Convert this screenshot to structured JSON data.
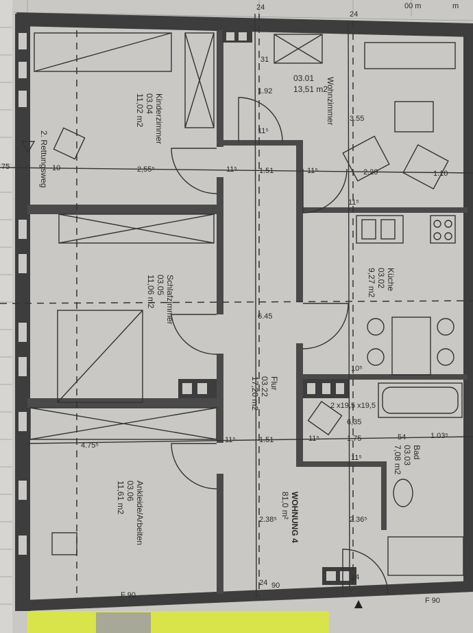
{
  "plan": {
    "rooms": [
      {
        "name": "Wohnzimmer",
        "number": "03.01",
        "area": "13,51 m2"
      },
      {
        "name": "Küche",
        "number": "03.02",
        "area": "9,27 m2"
      },
      {
        "name": "Bad",
        "number": "03.03",
        "area": "7,08 m2"
      },
      {
        "name": "Kinderzimmer",
        "number": "03.04",
        "area": "11,02 m2"
      },
      {
        "name": "Schlafzimmer",
        "number": "03.05",
        "area": "11,06 m2"
      },
      {
        "name": "Ankleide/Arbeiten",
        "number": "03.06",
        "area": "11,61 m2"
      },
      {
        "name": "Flur",
        "number": "03.22",
        "area": "17,20 m2"
      }
    ],
    "apartment": {
      "label": "WOHNUNG 4",
      "area": "81,0 m²"
    },
    "escape_route": "2. Rettungsweg",
    "dimensions": {
      "d_24_top": "24",
      "d_24_top2": "24",
      "d_31": "31",
      "d_192": "1.92",
      "d_115_a": "11⁵",
      "d_355": "3.55",
      "d_175": "75",
      "d_10": "10",
      "d_255": "2,55⁵",
      "d_115_b": "11⁵",
      "d_151_a": "1.51",
      "d_115_c": "11⁵",
      "d_220": "2.20",
      "d_110": "1.10",
      "d_115_d": "11⁵",
      "d_645": "6.45",
      "d_105": "10⁵",
      "d_2x195": "2 x19,5 x19,5",
      "d_635": "6,35",
      "d_475": "4.75⁵",
      "d_115_e": "11⁵",
      "d_151_b": "1.51",
      "d_115_f": "11⁵",
      "d_175b": "1.75",
      "d_54": "54",
      "d_103": "1.03⁵",
      "d_115_g": "11⁵",
      "d_238": "2.38⁵",
      "d_236": "2.36⁵",
      "d_24_bot": "24",
      "d_24_bot2": "24",
      "d_90": "90",
      "d_f90_l": "F 90",
      "d_f90_r": "F 90",
      "d_00m": "00 m",
      "d_m": "m"
    }
  }
}
